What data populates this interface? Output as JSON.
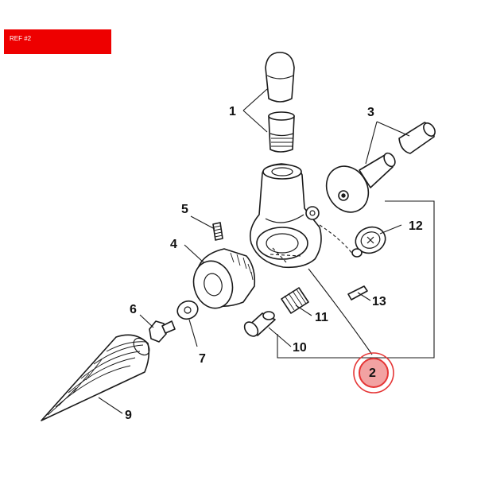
{
  "ref_label": "REF #2",
  "colors": {
    "ref_bg": "#ee0000",
    "highlight": "#f2a2a2",
    "highlight_ring": "#e53535"
  },
  "callouts": {
    "c1": "1",
    "c2": "2",
    "c3": "3",
    "c4": "4",
    "c5": "5",
    "c6": "6",
    "c7": "7",
    "c9": "9",
    "c10": "10",
    "c11": "11",
    "c12": "12",
    "c13": "13"
  }
}
